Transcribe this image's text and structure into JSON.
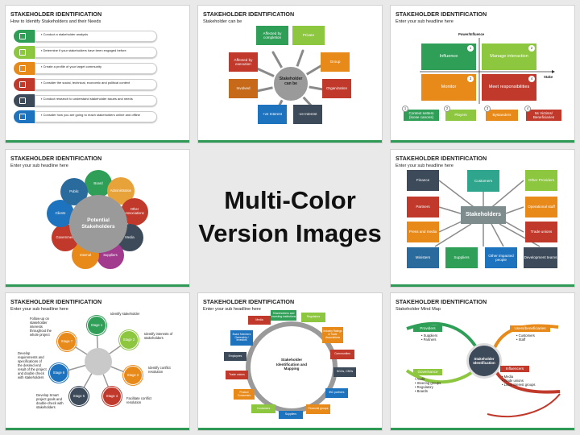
{
  "center_heading": {
    "line1": "Multi-Color",
    "line2": "Version Images"
  },
  "colors": {
    "green": "#2e9a56",
    "teal": "#3aaa8c",
    "orange": "#e88a1a",
    "red": "#c0392b",
    "blue": "#1e73be",
    "slate": "#3c4a5a",
    "lightgreen": "#8dc63f",
    "brown": "#c66a1a"
  },
  "slide1": {
    "title": "STAKEHOLDER IDENTIFICATION",
    "subtitle": "How to Identify Stakeholders and their Needs",
    "items": [
      "Conduct a stakeholder analysis",
      "Determine if your stakeholders have been engaged before",
      "Create a profile of your target community",
      "Consider the social, technical, economic and political context",
      "Conduct research to understand stakeholder issues and needs",
      "Consider how you are going to reach stakeholders online and offline"
    ]
  },
  "slide2": {
    "title": "STAKEHOLDER IDENTIFICATION",
    "subtitle": "Stakeholder can be",
    "center": [
      "Stakeholder",
      "can be"
    ],
    "boxes": [
      "Affected by completion",
      "Private",
      "Group",
      "Organization",
      "+ve Interest",
      "-ve Interest",
      "Involved",
      "Affected by execution"
    ]
  },
  "slide3": {
    "title": "STAKEHOLDER IDENTIFICATION",
    "subtitle": "Enter your sub headline here",
    "yaxis": "Power/Influence",
    "xaxis": "Stake",
    "quadrants": [
      {
        "label": "Influence",
        "num": "1"
      },
      {
        "label": "Manage interaction",
        "num": "2"
      },
      {
        "label": "Monitor",
        "num": "3"
      },
      {
        "label": "Meet responsibilities",
        "num": "4"
      }
    ],
    "bottom": [
      {
        "num": "1",
        "label": "Context setters (loose canons)"
      },
      {
        "num": "2",
        "label": "Players"
      },
      {
        "num": "3",
        "label": "Bystanders"
      },
      {
        "num": "4",
        "label": "5s Victims/ Beneficiaries"
      }
    ]
  },
  "slide4": {
    "title": "STAKEHOLDER IDENTIFICATION",
    "subtitle": "Enter your sub headline here",
    "center": [
      "Potential",
      "Stakeholders"
    ],
    "petals": [
      "Board",
      "Administration",
      "Other Associations",
      "Media",
      "Suppliers",
      "Internal",
      "Government",
      "Clients",
      "Public"
    ]
  },
  "slide5": {
    "title": "STAKEHOLDER IDENTIFICATION",
    "subtitle": "Enter your sub headline here",
    "center": "Stakeholders",
    "boxes": [
      "Finance",
      "Customers",
      "Other Providers",
      "Partners",
      "Operational staff",
      "Press and media",
      "Trade unions",
      "Ministers",
      "Suppliers",
      "Other impacted people",
      "Development teams"
    ]
  },
  "slide6": {
    "title": "STAKEHOLDER IDENTIFICATION",
    "subtitle": "Enter your sub headline here",
    "stages": [
      "Stage 1",
      "Stage 2",
      "Stage 3",
      "Stage 4",
      "Stage 5",
      "Stage 6",
      "Stage 7"
    ],
    "notes": [
      "Identify stakeholder",
      "Identify interests of stakeholders",
      "Identify conflict resolution",
      "Facilitate conflict resolution",
      "Develop Smart project goals and double-check with stakeholders",
      "Develop requirements and specifications of the desired end result of the project and double check with stakeholders",
      "Follow-up on stakeholder interests throughout the whole project"
    ]
  },
  "slide7": {
    "title": "STAKEHOLDER IDENTIFICATION",
    "subtitle": "Enter your sub headline here",
    "center": [
      "Stakeholder",
      "Identification and",
      "Mapping"
    ],
    "boxes": [
      "Shareholders and investing institutions",
      "Regulators",
      "Industry Ratings & Trade Associations",
      "Communities",
      "NGOs, CBOs",
      "IBC partners",
      "Financial groups",
      "Suppliers",
      "Customers",
      "Product Consumers",
      "Trade unions",
      "Employees",
      "Board Members Ownership / Investors",
      "Media"
    ]
  },
  "slide8": {
    "title": "STAKEHOLDER IDENTIFICATION",
    "subtitle": "Stakeholder Mind Map",
    "center": [
      "Stakeholder",
      "Identification"
    ],
    "branches": [
      {
        "head": "Providers",
        "items": [
          "Suppliers",
          "Partners"
        ]
      },
      {
        "head": "Users/beneficiaries",
        "items": [
          "Customers",
          "Staff"
        ]
      },
      {
        "head": "Governance",
        "items": [
          "Audit",
          "Steering groups",
          "Regulatory",
          "Boards"
        ]
      },
      {
        "head": "Influencers",
        "items": [
          "Media",
          "Trade unions",
          "Local interest groups"
        ]
      }
    ]
  }
}
